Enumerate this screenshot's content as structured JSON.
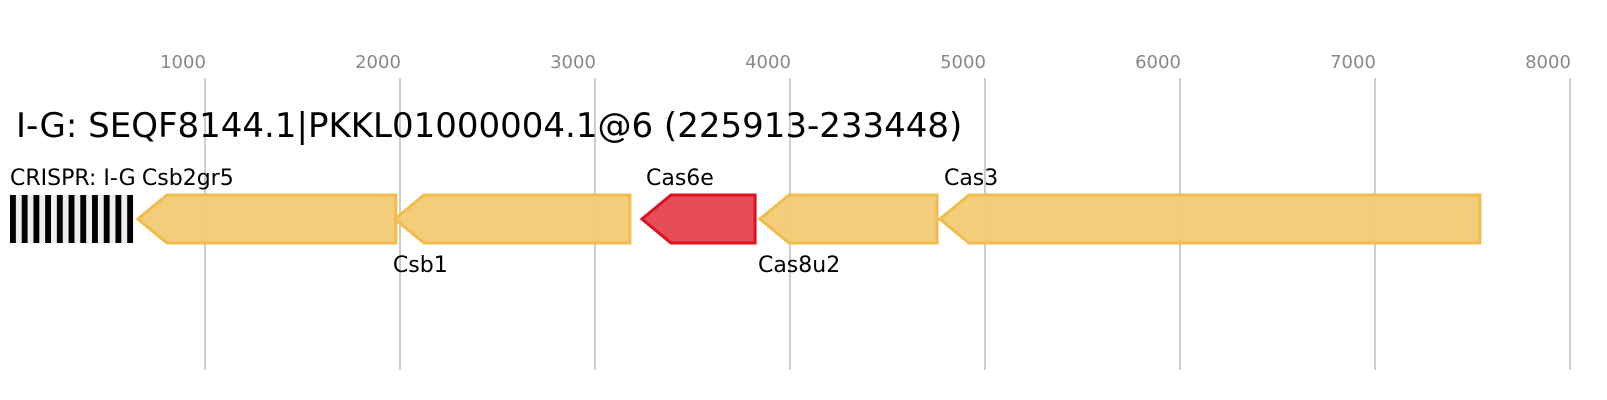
{
  "title": "I-G: SEQF8144.1|PKKL01000004.1@6 (225913-233448)",
  "axis": {
    "min": 0,
    "max": 8000,
    "ticks": [
      1000,
      2000,
      3000,
      4000,
      5000,
      6000,
      7000,
      8000
    ],
    "tick_color": "#888888",
    "grid_color": "#bbbbbb"
  },
  "crispr": {
    "label": "CRISPR: I-G",
    "start": 0,
    "end": 631,
    "repeats": 11
  },
  "genes": [
    {
      "name": "Csb2gr5",
      "start": 656,
      "end": 1979,
      "strand": "-",
      "label_pos": "above",
      "fill": "#f2ca72",
      "stroke": "#f0bc4a"
    },
    {
      "name": "Csb1",
      "start": 1974,
      "end": 3179,
      "strand": "-",
      "label_pos": "below",
      "fill": "#f2ca72",
      "stroke": "#f0bc4a"
    },
    {
      "name": "Cas6e",
      "start": 3241,
      "end": 3821,
      "strand": "-",
      "label_pos": "above",
      "fill": "#e6434f",
      "stroke": "#e0101e"
    },
    {
      "name": "Cas8u2",
      "start": 3846,
      "end": 4754,
      "strand": "-",
      "label_pos": "below",
      "fill": "#f2ca72",
      "stroke": "#f0bc4a"
    },
    {
      "name": "Cas3",
      "start": 4769,
      "end": 7538,
      "strand": "-",
      "label_pos": "above",
      "fill": "#f2ca72",
      "stroke": "#f0bc4a"
    }
  ]
}
